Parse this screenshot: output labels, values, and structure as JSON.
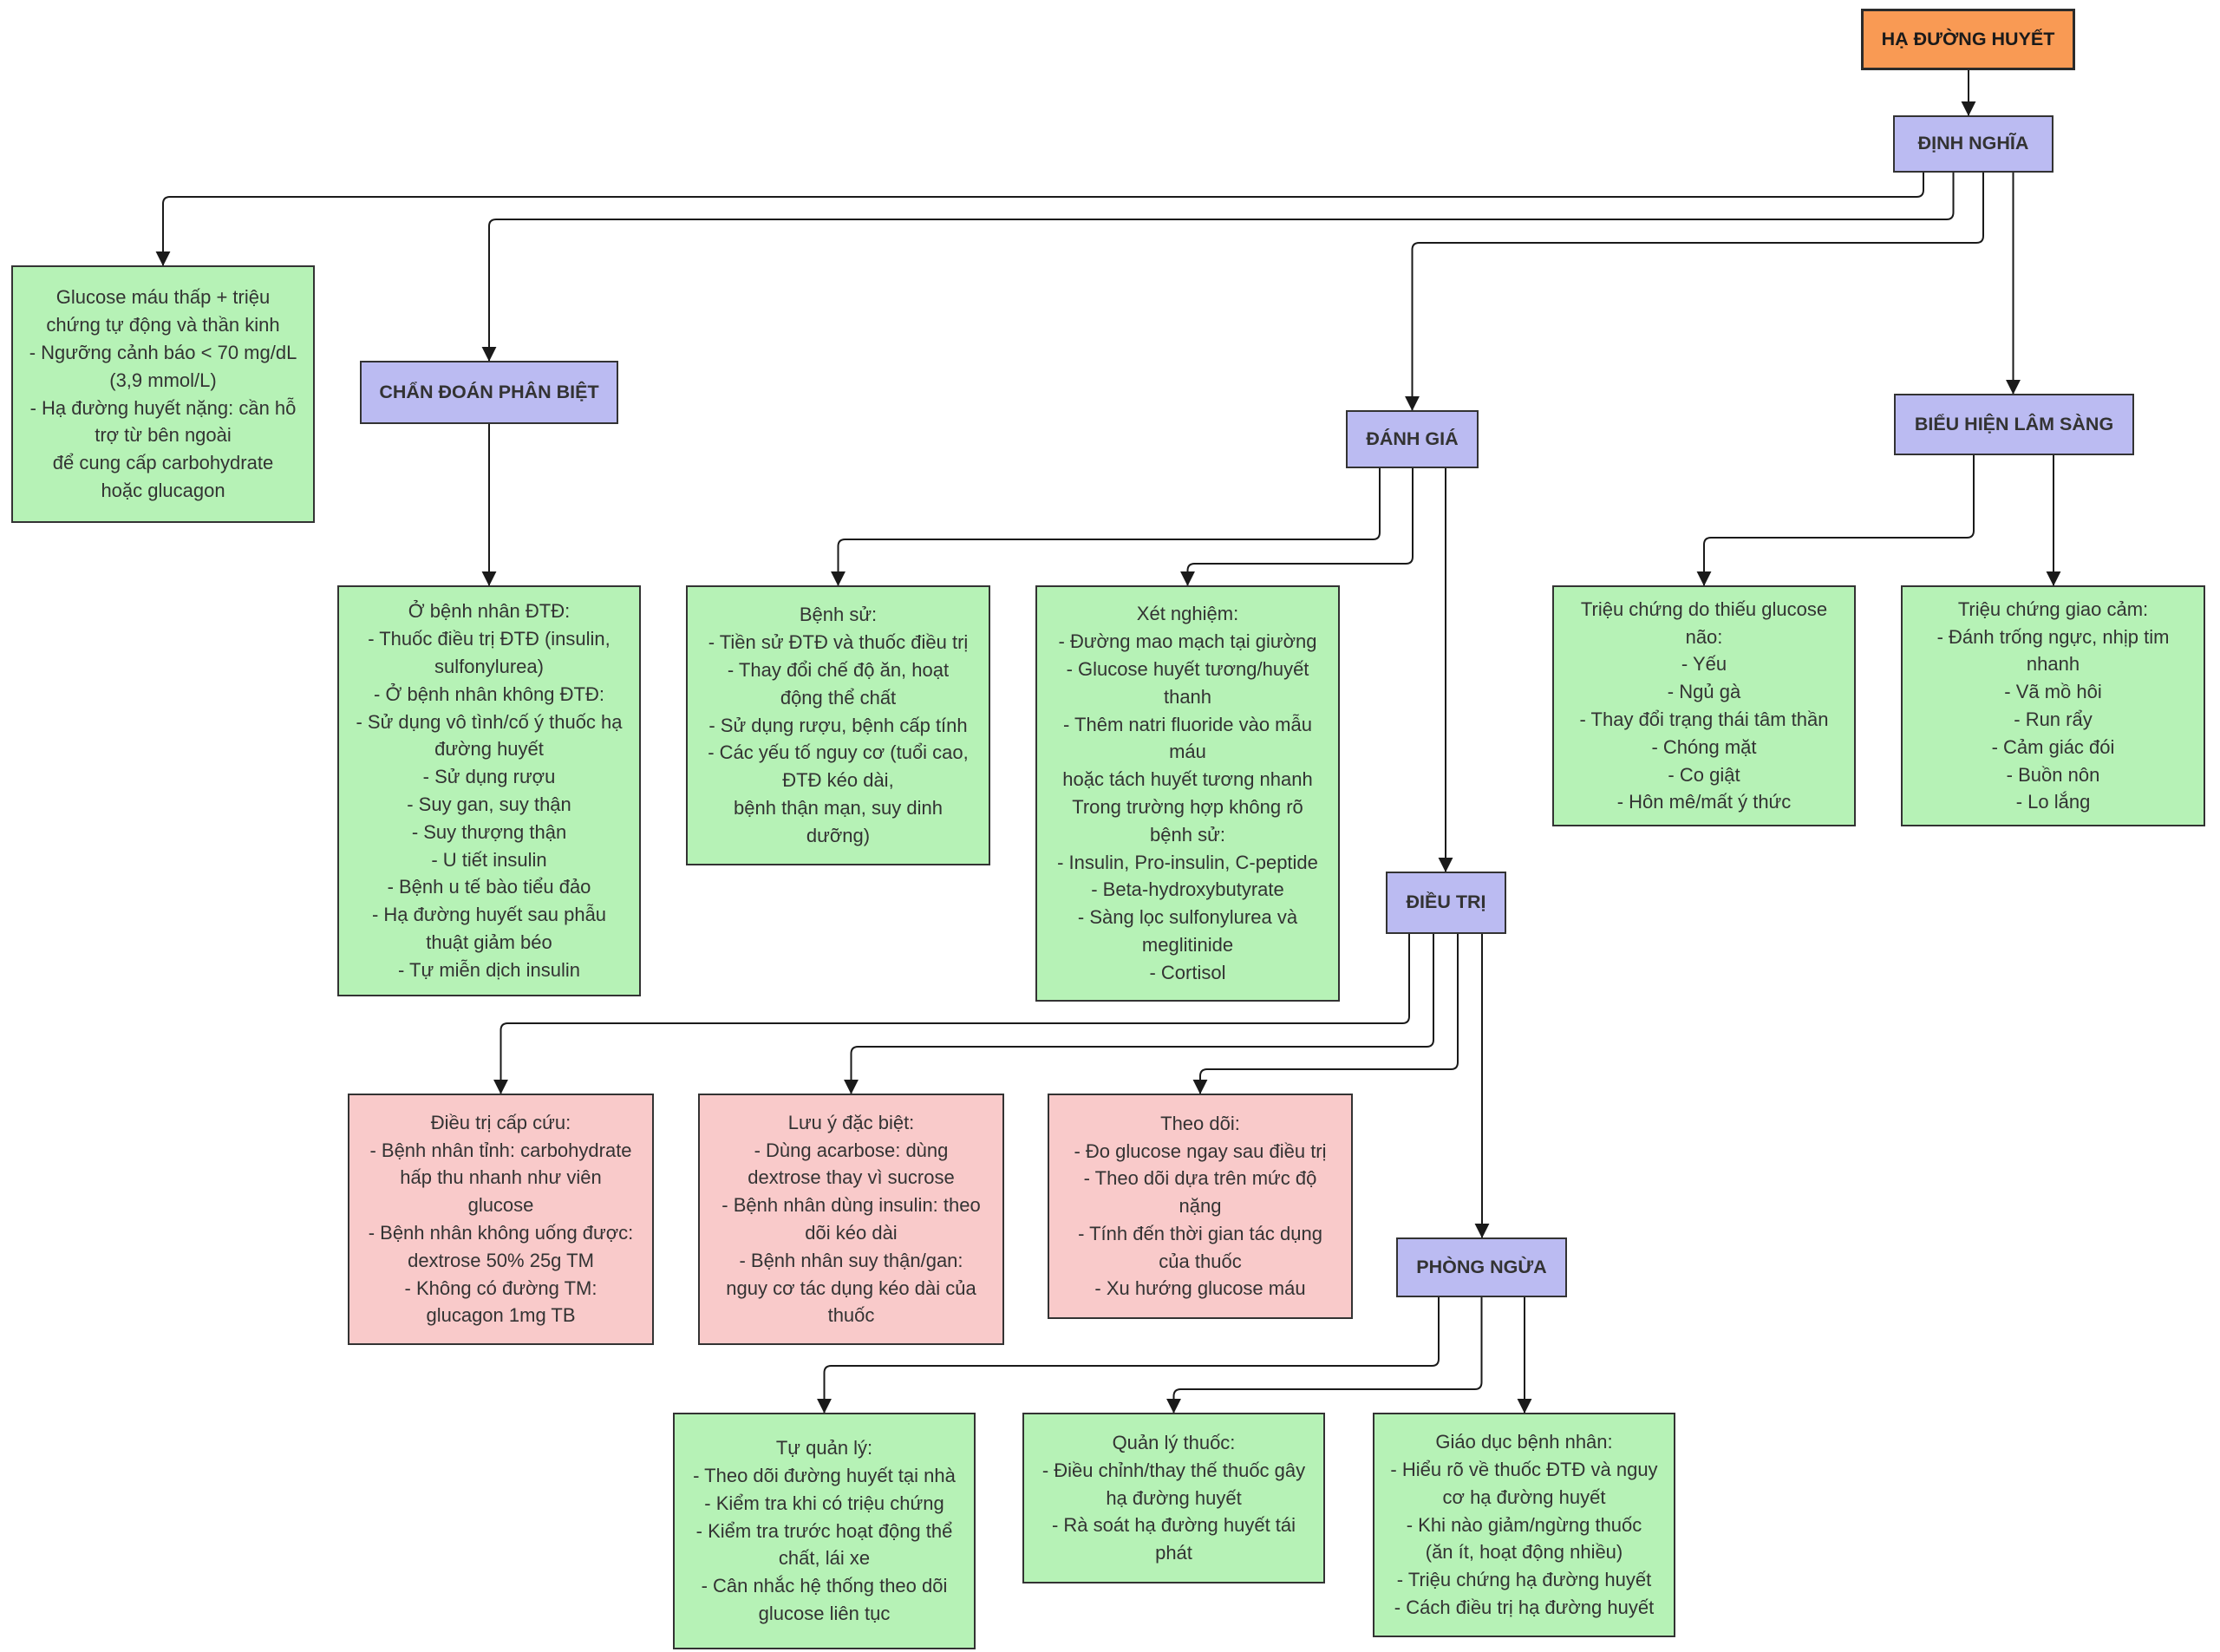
{
  "diagram_title": "HẠ ĐƯỜNG HUYẾT",
  "colors": {
    "background": "#ffffff",
    "root_fill": "#f99a54",
    "heading_fill": "#bbbbf2",
    "detail_fill": "#b6f2b6",
    "treatment_fill": "#f9caca",
    "border": "#333333",
    "edge": "#1a1a1a",
    "text": "#333333"
  },
  "nodes": [
    {
      "id": "root",
      "kind": "title",
      "color": "orange",
      "label": "HẠ ĐƯỜNG HUYẾT"
    },
    {
      "id": "dinh-nghia",
      "kind": "title",
      "color": "purple",
      "label": "ĐỊNH NGHĨA"
    },
    {
      "id": "chan-doan-phan-biet",
      "kind": "title",
      "color": "purple",
      "label": "CHẨN ĐOÁN PHÂN BIỆT"
    },
    {
      "id": "danh-gia",
      "kind": "title",
      "color": "purple",
      "label": "ĐÁNH GIÁ"
    },
    {
      "id": "bieu-hien-lam-sang",
      "kind": "title",
      "color": "purple",
      "label": "BIỂU HIỆN LÂM SÀNG"
    },
    {
      "id": "dieu-tri",
      "kind": "title",
      "color": "purple",
      "label": "ĐIỀU TRỊ"
    },
    {
      "id": "phong-ngua",
      "kind": "title",
      "color": "purple",
      "label": "PHÒNG NGỪA"
    },
    {
      "id": "dinh-nghia-noi-dung",
      "kind": "body",
      "color": "green",
      "lines": [
        "Glucose máu thấp + triệu",
        "chứng tự động và thần kinh",
        "- Ngưỡng cảnh báo < 70 mg/dL",
        "(3,9 mmol/L)",
        "- Hạ đường huyết nặng: cần hỗ",
        "trợ từ bên ngoài",
        "để cung cấp carbohydrate",
        "hoặc glucagon"
      ]
    },
    {
      "id": "benh-nhan-dtd",
      "kind": "body",
      "color": "green",
      "lines": [
        "Ở bệnh nhân ĐTĐ:",
        "- Thuốc điều trị ĐTĐ (insulin,",
        "sulfonylurea)",
        "- Ở bệnh nhân không ĐTĐ:",
        "- Sử dụng vô tình/cố ý thuốc hạ",
        "đường huyết",
        "- Sử dụng rượu",
        "- Suy gan, suy thận",
        "- Suy thượng thận",
        "- U tiết insulin",
        "- Bệnh u tế bào tiểu đảo",
        "- Hạ đường huyết sau phẫu",
        "thuật giảm béo",
        "- Tự miễn dịch insulin"
      ]
    },
    {
      "id": "benh-su",
      "kind": "body",
      "color": "green",
      "lines": [
        "Bệnh sử:",
        "- Tiền sử ĐTĐ và thuốc điều trị",
        "- Thay đổi chế độ ăn, hoạt",
        "động thể chất",
        "- Sử dụng rượu, bệnh cấp tính",
        "- Các yếu tố nguy cơ (tuổi cao,",
        "ĐTĐ kéo dài,",
        "bệnh thận mạn, suy dinh",
        "dưỡng)"
      ]
    },
    {
      "id": "xet-nghiem",
      "kind": "body",
      "color": "green",
      "lines": [
        "Xét nghiệm:",
        "- Đường mao mạch tại giường",
        "- Glucose huyết tương/huyết",
        "thanh",
        "- Thêm natri fluoride vào mẫu",
        "máu",
        "hoặc tách huyết tương nhanh",
        "Trong trường hợp không rõ",
        "bệnh sử:",
        "- Insulin, Pro-insulin, C-peptide",
        "- Beta-hydroxybutyrate",
        "- Sàng lọc sulfonylurea và",
        "meglitinide",
        "- Cortisol"
      ]
    },
    {
      "id": "trieu-chung-nao",
      "kind": "body",
      "color": "green",
      "lines": [
        "Triệu chứng do thiếu glucose",
        "não:",
        "- Yếu",
        "- Ngủ gà",
        "- Thay đổi trạng thái tâm thần",
        "- Chóng mặt",
        "- Co giật",
        "- Hôn mê/mất ý thức"
      ]
    },
    {
      "id": "trieu-chung-giao-cam",
      "kind": "body",
      "color": "green",
      "lines": [
        "Triệu chứng giao cảm:",
        "- Đánh trống ngực, nhịp tim",
        "nhanh",
        "- Vã mồ hôi",
        "- Run rẩy",
        "- Cảm giác đói",
        "- Buồn nôn",
        "- Lo lắng"
      ]
    },
    {
      "id": "dieu-tri-cap-cuu",
      "kind": "body",
      "color": "pink",
      "lines": [
        "Điều trị cấp cứu:",
        "- Bệnh nhân tỉnh: carbohydrate",
        "hấp thu nhanh như viên",
        "glucose",
        "- Bệnh nhân không uống được:",
        "dextrose 50% 25g TM",
        "- Không có đường TM:",
        "glucagon 1mg TB"
      ]
    },
    {
      "id": "luu-y-dac-biet",
      "kind": "body",
      "color": "pink",
      "lines": [
        "Lưu ý đặc biệt:",
        "- Dùng acarbose: dùng",
        "dextrose thay vì sucrose",
        "- Bệnh nhân dùng insulin: theo",
        "dõi kéo dài",
        "- Bệnh nhân suy thận/gan:",
        "nguy cơ tác dụng kéo dài của",
        "thuốc"
      ]
    },
    {
      "id": "theo-doi",
      "kind": "body",
      "color": "pink",
      "lines": [
        "Theo dõi:",
        "- Đo glucose ngay sau điều trị",
        "- Theo dõi dựa trên mức độ",
        "nặng",
        "- Tính đến thời gian tác dụng",
        "của thuốc",
        "- Xu hướng glucose máu"
      ]
    },
    {
      "id": "tu-quan-ly",
      "kind": "body",
      "color": "green",
      "lines": [
        "Tự quản lý:",
        "- Theo dõi đường huyết tại nhà",
        "- Kiểm tra khi có triệu chứng",
        "- Kiểm tra trước hoạt động thể",
        "chất, lái xe",
        "- Cân nhắc hệ thống theo dõi",
        "glucose liên tục"
      ]
    },
    {
      "id": "quan-ly-thuoc",
      "kind": "body",
      "color": "green",
      "lines": [
        "Quản lý thuốc:",
        "- Điều chỉnh/thay thế thuốc gây",
        "hạ đường huyết",
        "- Rà soát hạ đường huyết tái",
        "phát"
      ]
    },
    {
      "id": "giao-duc-benh-nhan",
      "kind": "body",
      "color": "green",
      "lines": [
        "Giáo dục bệnh nhân:",
        "- Hiểu rõ về thuốc ĐTĐ và nguy",
        "cơ hạ đường huyết",
        "- Khi nào giảm/ngừng thuốc",
        "(ăn ít, hoạt động nhiều)",
        "- Triệu chứng hạ đường huyết",
        "- Cách điều trị hạ đường huyết"
      ]
    }
  ],
  "edges": [
    {
      "from": "root",
      "to": "dinh-nghia"
    },
    {
      "from": "dinh-nghia",
      "to": "dinh-nghia-noi-dung"
    },
    {
      "from": "dinh-nghia",
      "to": "chan-doan-phan-biet"
    },
    {
      "from": "dinh-nghia",
      "to": "danh-gia"
    },
    {
      "from": "dinh-nghia",
      "to": "bieu-hien-lam-sang"
    },
    {
      "from": "chan-doan-phan-biet",
      "to": "benh-nhan-dtd"
    },
    {
      "from": "danh-gia",
      "to": "benh-su"
    },
    {
      "from": "danh-gia",
      "to": "xet-nghiem"
    },
    {
      "from": "danh-gia",
      "to": "dieu-tri"
    },
    {
      "from": "bieu-hien-lam-sang",
      "to": "trieu-chung-nao"
    },
    {
      "from": "bieu-hien-lam-sang",
      "to": "trieu-chung-giao-cam"
    },
    {
      "from": "dieu-tri",
      "to": "dieu-tri-cap-cuu"
    },
    {
      "from": "dieu-tri",
      "to": "luu-y-dac-biet"
    },
    {
      "from": "dieu-tri",
      "to": "theo-doi"
    },
    {
      "from": "dieu-tri",
      "to": "phong-ngua"
    },
    {
      "from": "phong-ngua",
      "to": "tu-quan-ly"
    },
    {
      "from": "phong-ngua",
      "to": "quan-ly-thuoc"
    },
    {
      "from": "phong-ngua",
      "to": "giao-duc-benh-nhan"
    }
  ]
}
